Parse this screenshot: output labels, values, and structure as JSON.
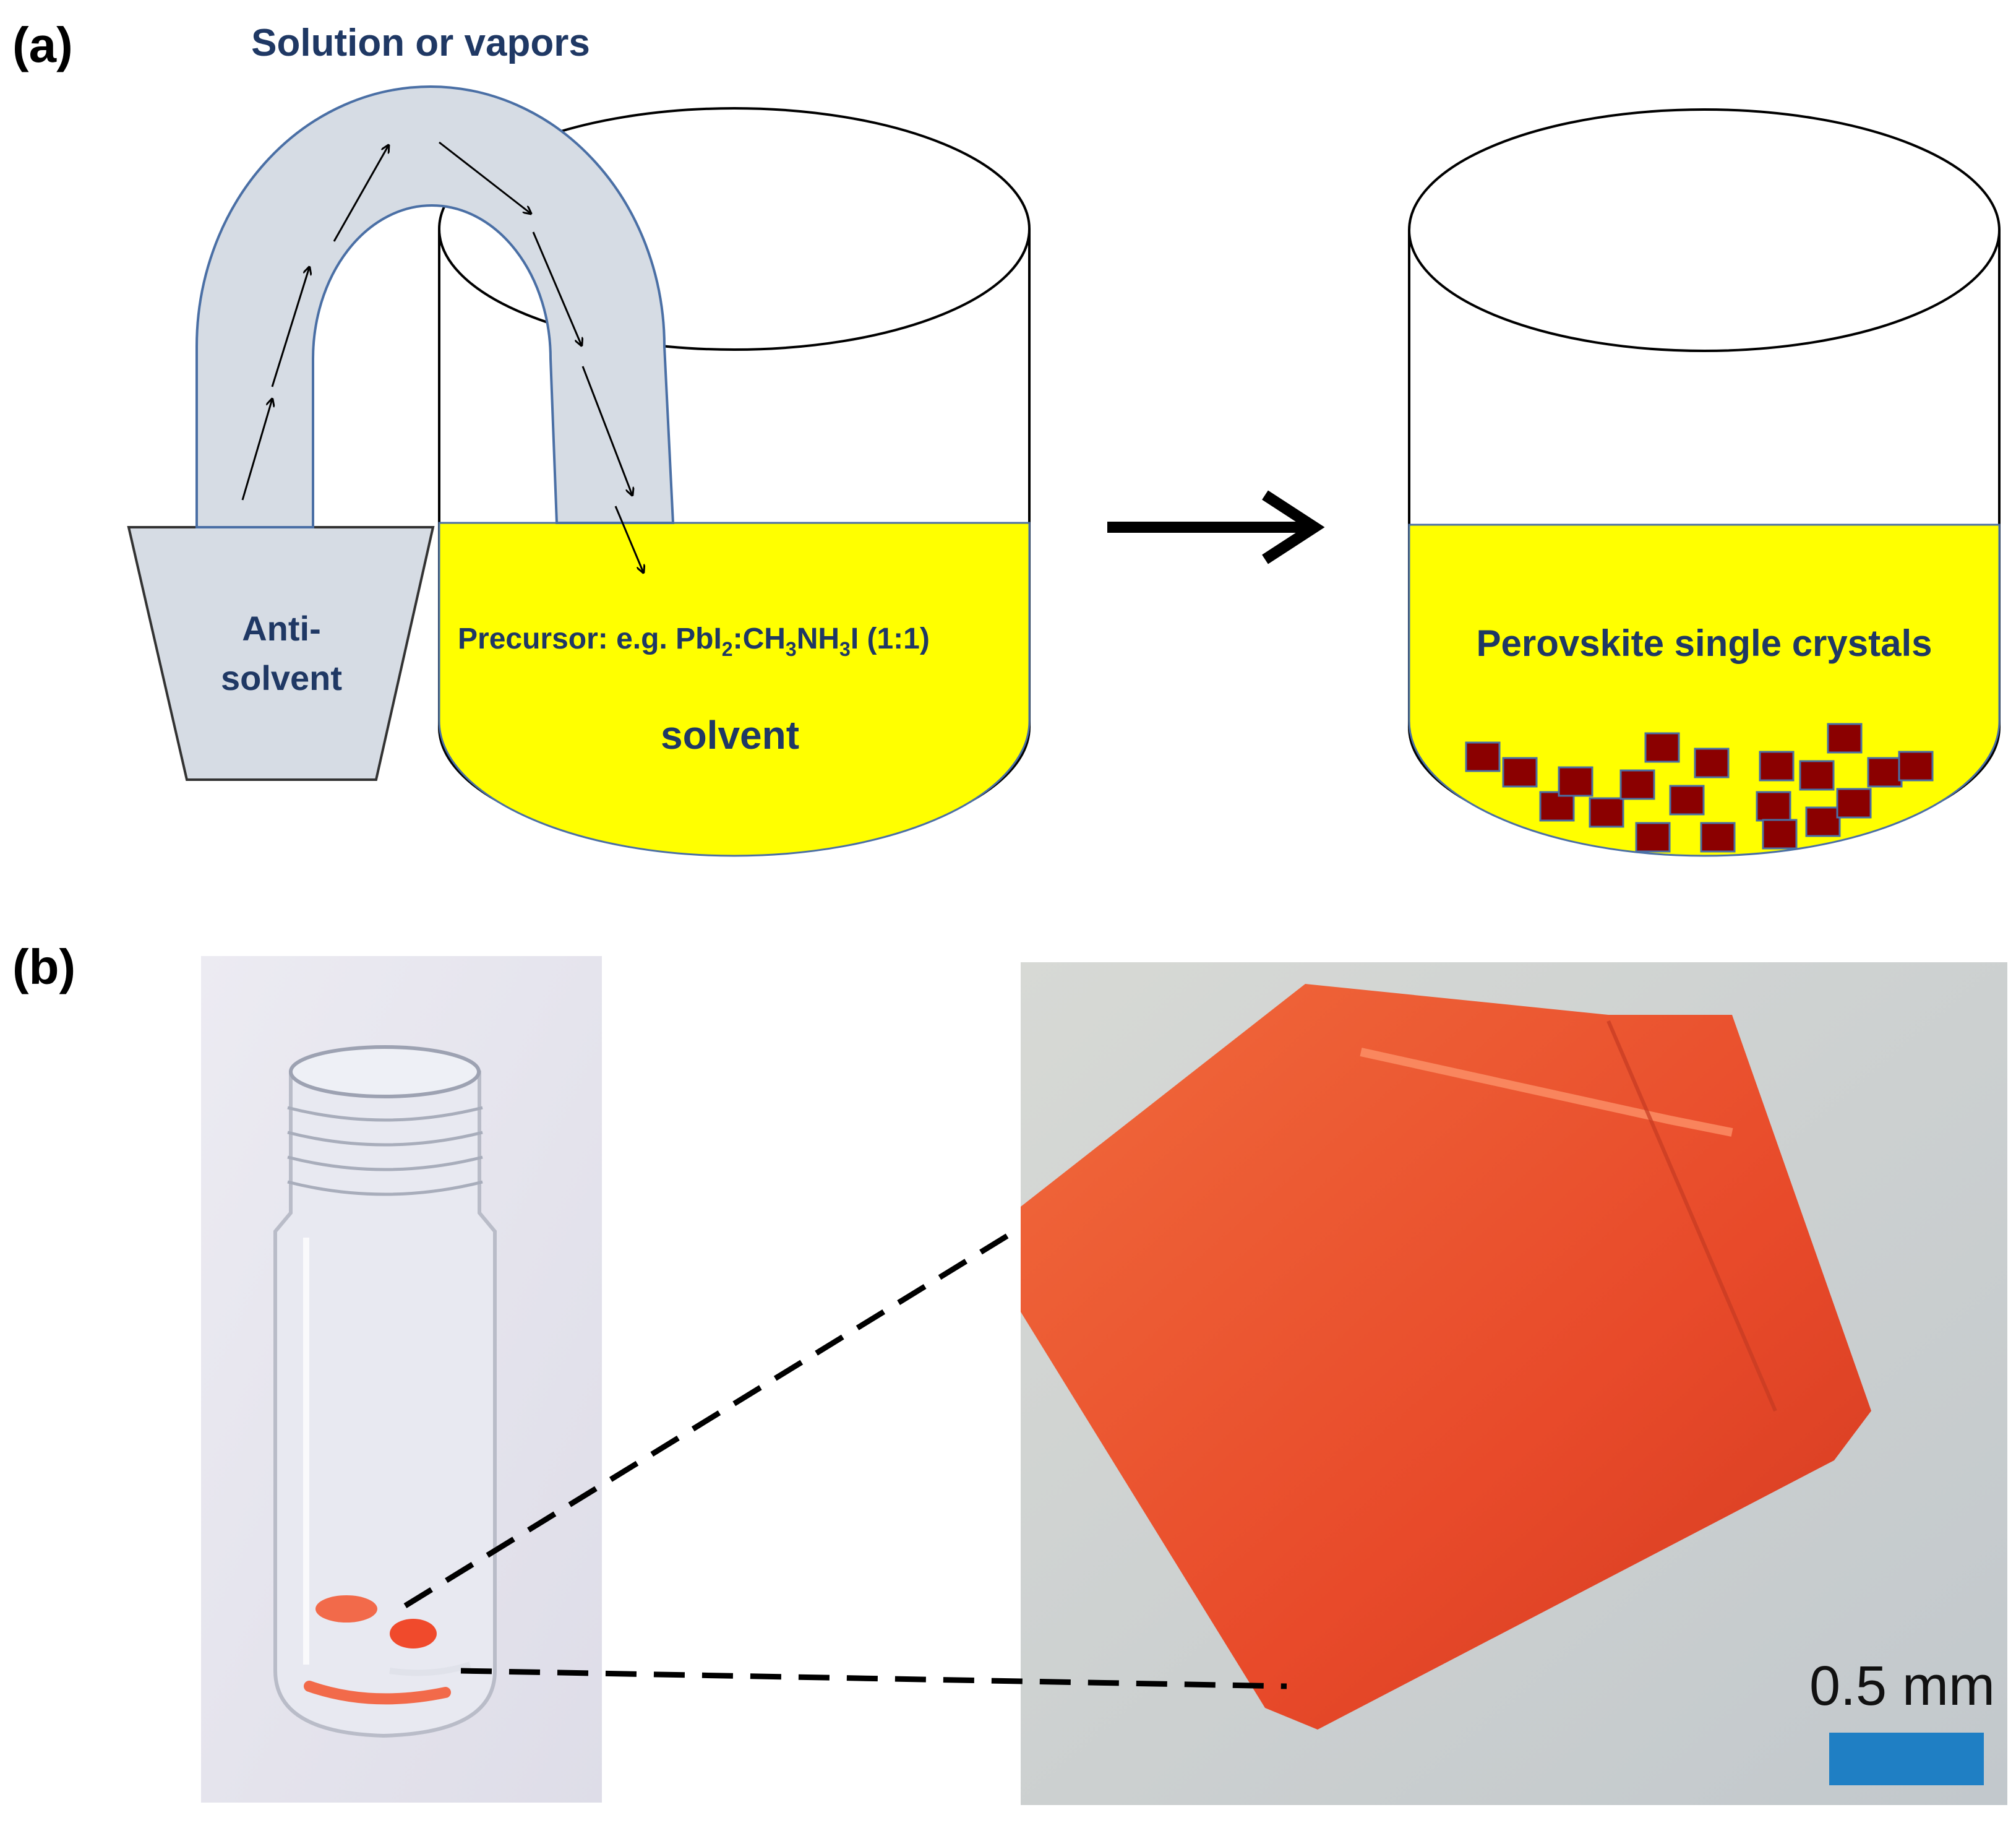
{
  "panel_a": {
    "label": "(a)",
    "tube_label": "Solution or vapors",
    "antisolvent_line1": "Anti-",
    "antisolvent_line2": "solvent",
    "precursor_prefix": "Precursor: e.g. PbI",
    "precursor_sub1": "2",
    "precursor_mid": ":CH",
    "precursor_sub2": "3",
    "precursor_mid2": "NH",
    "precursor_sub3": "3",
    "precursor_suffix": "I (1:1)",
    "solvent_label": "solvent",
    "result_label": "Perovskite single crystals"
  },
  "panel_b": {
    "label": "(b)",
    "scale_bar_label": "0.5 mm"
  },
  "colors": {
    "tube": "#d6dce4",
    "tube_stroke": "#4a6fa5",
    "solution": "#ffff00",
    "crystal": "#8b0000",
    "text": "#1f3864",
    "crystal_photo": "#e84a2a",
    "scale_bar": "#1f7fc4"
  }
}
